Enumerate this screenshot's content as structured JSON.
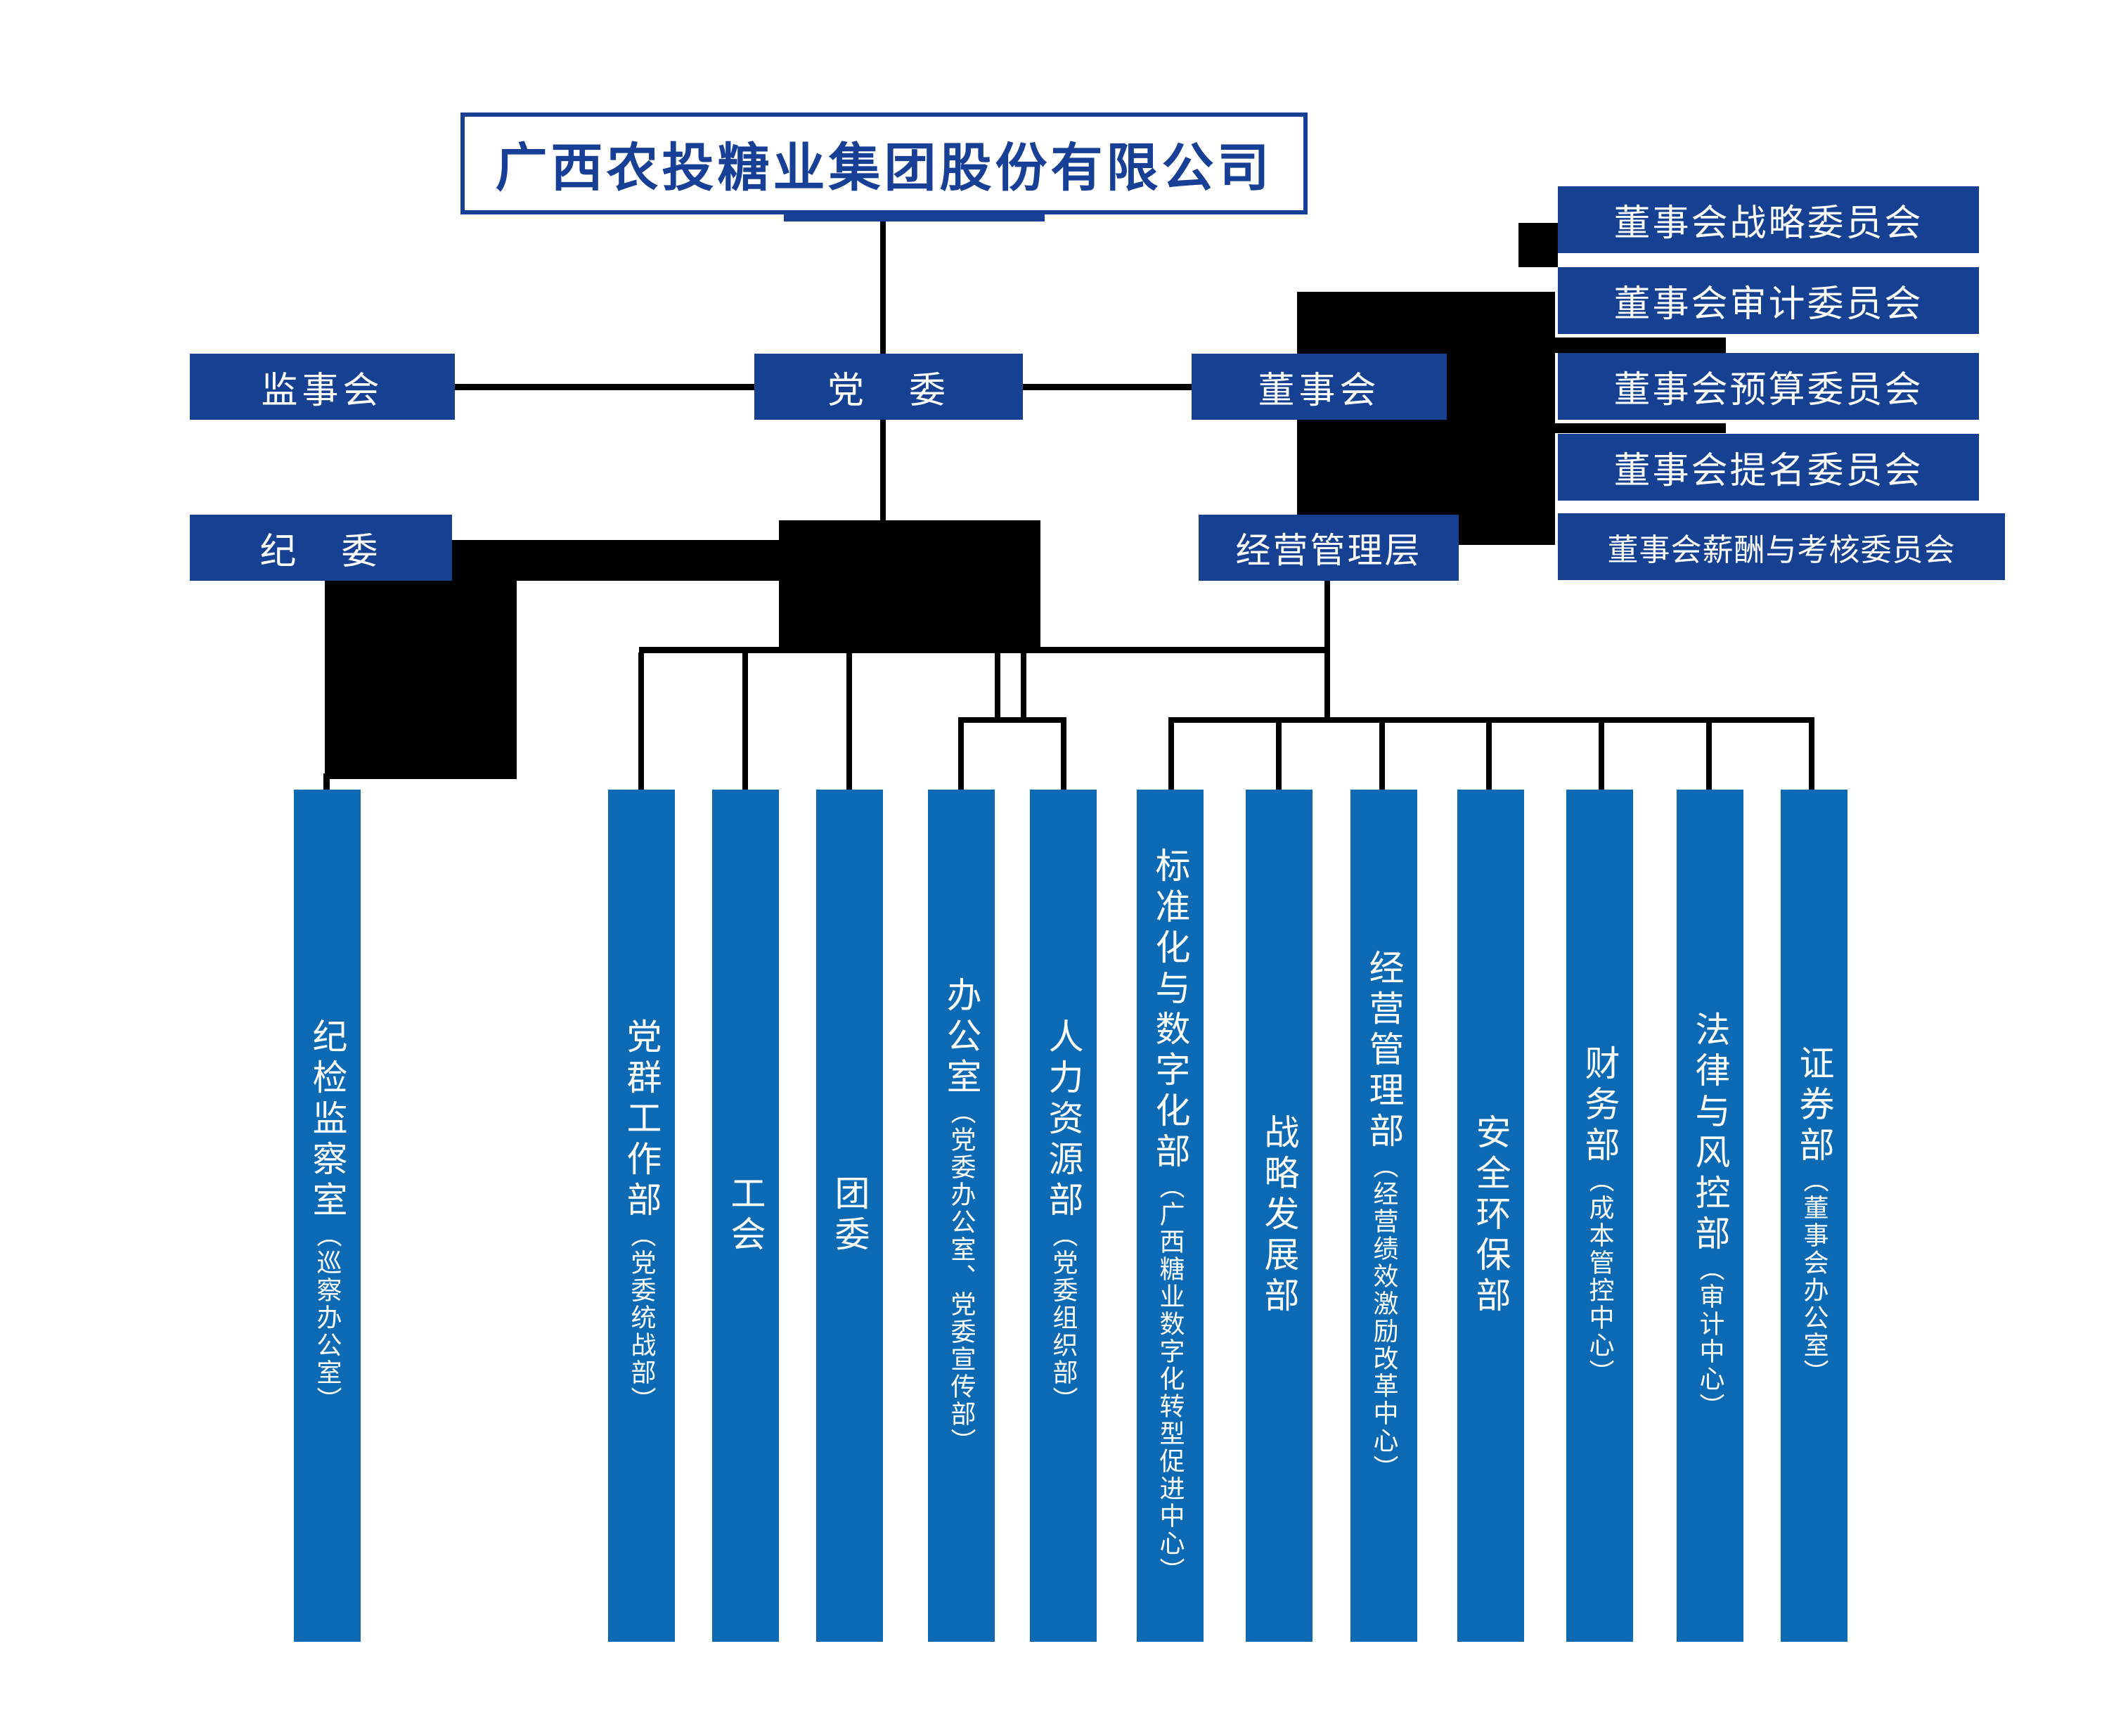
{
  "company": "广西农投糖业集团股份有限公司",
  "nodes": {
    "supervisory_board": "监事会",
    "party_committee": "党　委",
    "board_of_directors": "董事会",
    "discipline_committee": "纪　委",
    "management_level": "经营管理层"
  },
  "board_committees": [
    "董事会战略委员会",
    "董事会审计委员会",
    "董事会预算委员会",
    "董事会提名委员会",
    "董事会薪酬与考核委员会"
  ],
  "departments": [
    {
      "main": "纪检监察室",
      "sub": "（巡察办公室）"
    },
    {
      "main": "党群工作部",
      "sub": "（党委统战部）"
    },
    {
      "main": "工会",
      "sub": ""
    },
    {
      "main": "团委",
      "sub": ""
    },
    {
      "main": "办公室",
      "sub": "（党委办公室、党委宣传部）"
    },
    {
      "main": "人力资源部",
      "sub": "（党委组织部）"
    },
    {
      "main": "标准化与数字化部",
      "sub": "（广西糖业数字化转型促进中心）"
    },
    {
      "main": "战略发展部",
      "sub": ""
    },
    {
      "main": "经营管理部",
      "sub": "（经营绩效激励改革中心）"
    },
    {
      "main": "安全环保部",
      "sub": ""
    },
    {
      "main": "财务部",
      "sub": "（成本管控中心）"
    },
    {
      "main": "法律与风控部",
      "sub": "（审计中心）"
    },
    {
      "main": "证券部",
      "sub": "（董事会办公室）"
    }
  ],
  "colors": {
    "navy_box": "#164193",
    "bar_blue": "#0c69b4",
    "title_blue": "#173f96",
    "line_black": "#000000",
    "text_white": "#ffffff"
  }
}
